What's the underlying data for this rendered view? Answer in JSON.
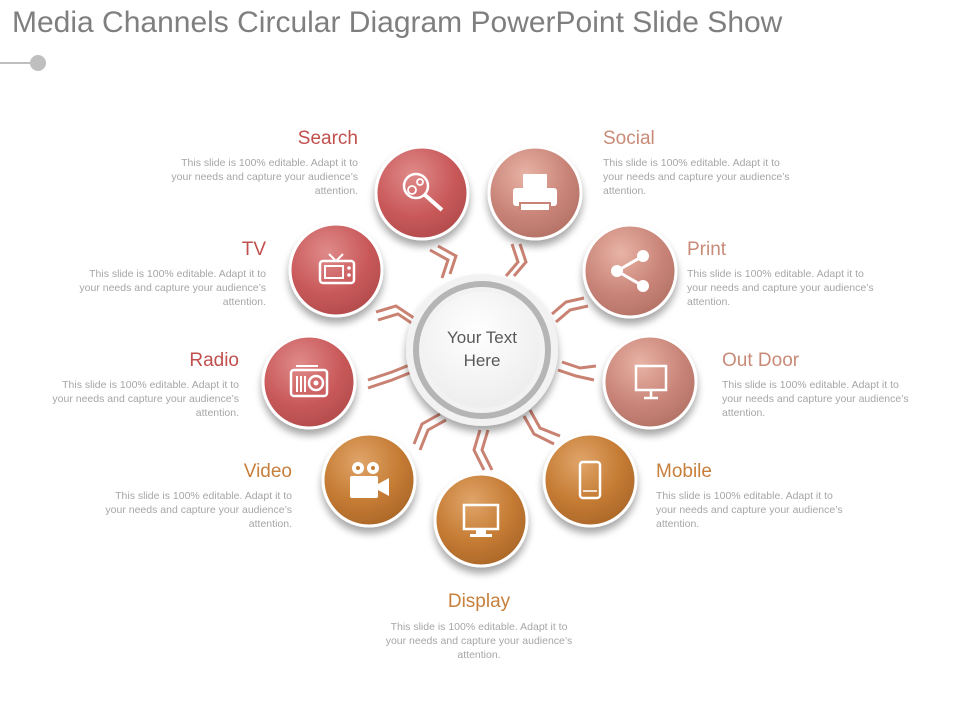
{
  "title": "Media Channels Circular Diagram PowerPoint Slide Show",
  "center_text": "Your Text Here",
  "colors": {
    "red": "#c9595a",
    "rose": "#c98478",
    "orange": "#c47a32",
    "connector": "#c98272",
    "label_red": "#c0504d",
    "label_rose": "#c98b78",
    "label_orange": "#c77f3c"
  },
  "items": [
    {
      "id": "search",
      "label": "Search",
      "icon": "search-icon",
      "description": "This slide is 100% editable. Adapt it to your needs and capture your audience’s attention."
    },
    {
      "id": "social",
      "label": "Social",
      "icon": "printer-icon",
      "description": "This slide is 100% editable. Adapt it to your needs and capture your audience’s attention."
    },
    {
      "id": "print",
      "label": "Print",
      "icon": "share-icon",
      "description": "This slide is 100% editable. Adapt it to your needs and capture your audience’s attention."
    },
    {
      "id": "outdoor",
      "label": "Out Door",
      "icon": "monitor-icon",
      "description": "This slide is 100% editable. Adapt it to your needs and capture your audience’s attention."
    },
    {
      "id": "mobile",
      "label": "Mobile",
      "icon": "phone-icon",
      "description": "This slide is 100% editable. Adapt it to your needs and capture your audience’s attention."
    },
    {
      "id": "display",
      "label": "Display",
      "icon": "desktop-icon",
      "description": "This slide is 100% editable. Adapt it to your needs and capture your audience’s attention."
    },
    {
      "id": "video",
      "label": "Video",
      "icon": "camera-icon",
      "description": "This slide is 100% editable. Adapt it to your needs and capture your audience’s attention."
    },
    {
      "id": "radio",
      "label": "Radio",
      "icon": "radio-icon",
      "description": "This slide is 100% editable. Adapt it to your needs and capture your audience’s attention."
    },
    {
      "id": "tv",
      "label": "TV",
      "icon": "tv-icon",
      "description": "This slide is 100% editable. Adapt it to your needs and capture your audience’s attention."
    }
  ]
}
